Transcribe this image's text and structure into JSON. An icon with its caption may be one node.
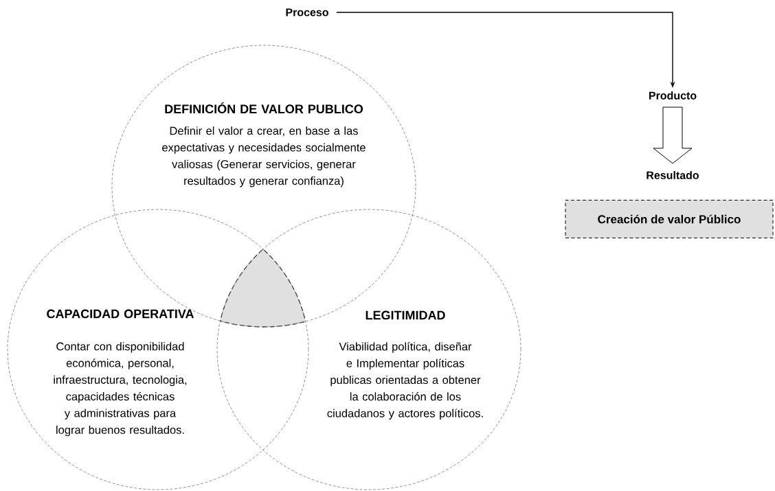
{
  "diagram": {
    "nodes": [
      {
        "text": [
          "DEFINICIÓN DE VALOR PUBLICO",
          "Definir el valor a crear, en base a las expectativas y necesidades socialmente valiosas (Generar servicios, generar resultados y generar confianza)"
        ]
      },
      {
        "text": [
          "CAPACIDAD OPERATIVA",
          "Contar con disponibilidad económica, personal, infraestructura, tecnologia, capacidades técnicas y administrativas para lograr buenos resultados."
        ]
      },
      {
        "text": [
          "LEGITIMIDAD",
          "Viabilidad política, diseñar e Implementar políticas publicas orientadas a obtener la colaboración de los ciudadanos y actores políticos."
        ]
      },
      {
        "text": [
          "Proceso"
        ]
      },
      {
        "text": [
          "Producto"
        ]
      },
      {
        "text": [
          "Resultado"
        ]
      },
      {
        "text": [
          "Creación de valor Público"
        ]
      }
    ],
    "edges": [
      {
        "from": 3,
        "to": 4,
        "arrow": "to"
      },
      {
        "from": 4,
        "to": 5,
        "arrow": "to",
        "style": "thick"
      }
    ]
  }
}
